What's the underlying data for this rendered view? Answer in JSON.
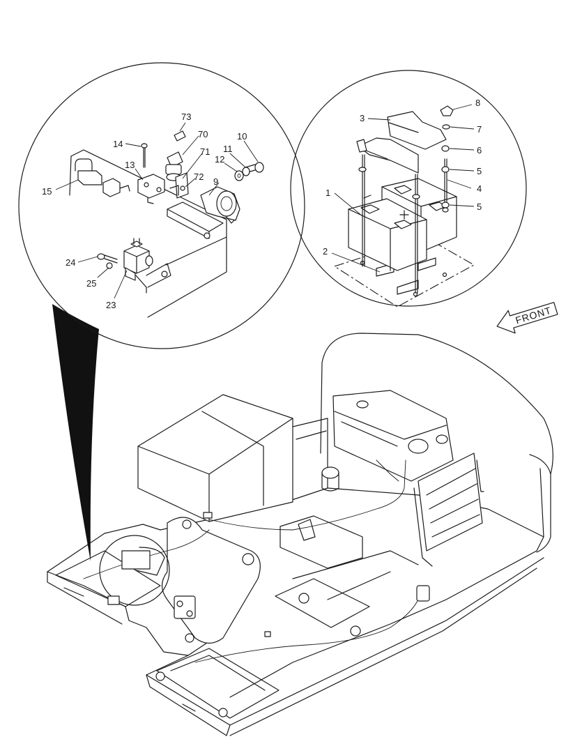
{
  "callouts": {
    "c1": "1",
    "c2": "2",
    "c3": "3",
    "c4": "4",
    "c5a": "5",
    "c5b": "5",
    "c6": "6",
    "c7": "7",
    "c8": "8",
    "c9": "9",
    "c10": "10",
    "c11": "11",
    "c12": "12",
    "c13": "13",
    "c14": "14",
    "c15": "15",
    "c23": "23",
    "c24": "24",
    "c25": "25",
    "c70": "70",
    "c71": "71",
    "c72": "72",
    "c73": "73"
  },
  "front_arrow": {
    "label": "FRONT"
  }
}
